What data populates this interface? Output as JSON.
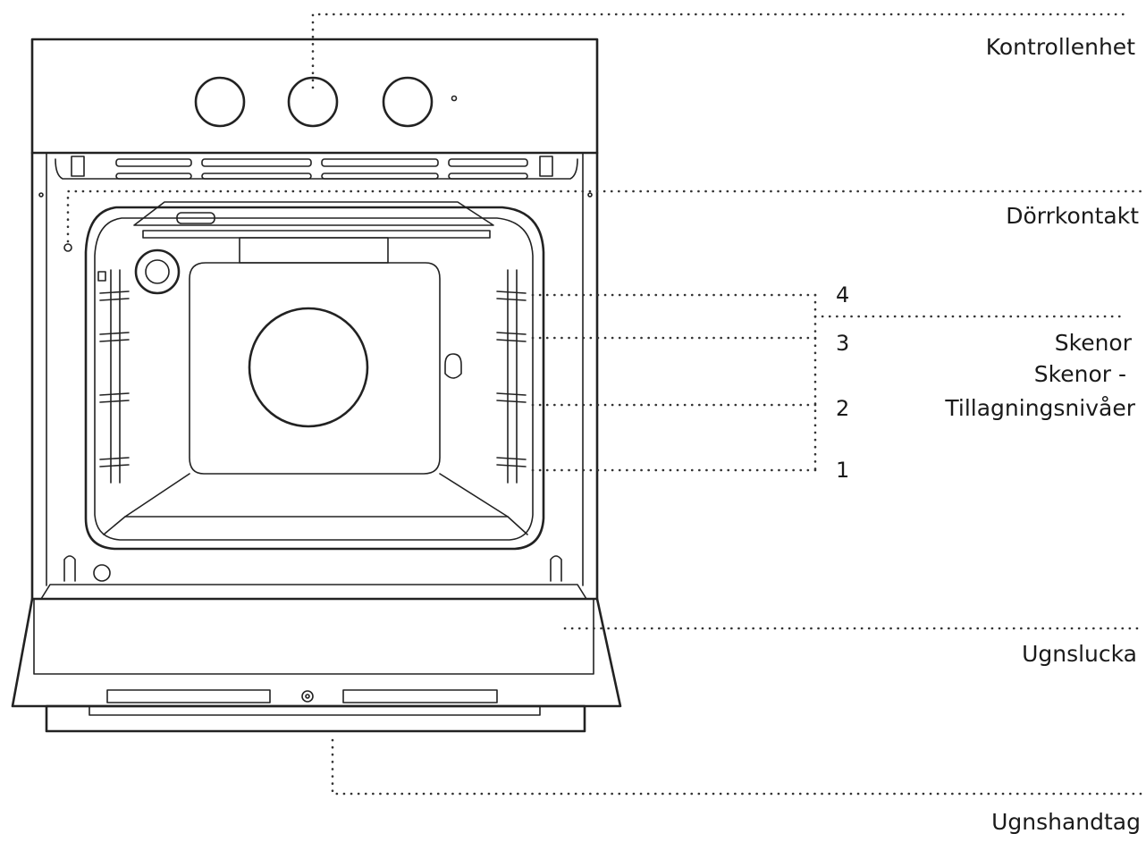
{
  "labels": {
    "control_unit": "Kontrollenhet",
    "door_contact": "Dörrkontakt",
    "rails_1": "Skenor",
    "rails_2": "Skenor -",
    "rails_3": "Tillagningsnivåer",
    "oven_door": "Ugnslucka",
    "oven_handle": "Ugnshandtag"
  },
  "levels": [
    "4",
    "3",
    "2",
    "1"
  ],
  "colors": {
    "line": "#222222",
    "background": "#ffffff"
  }
}
